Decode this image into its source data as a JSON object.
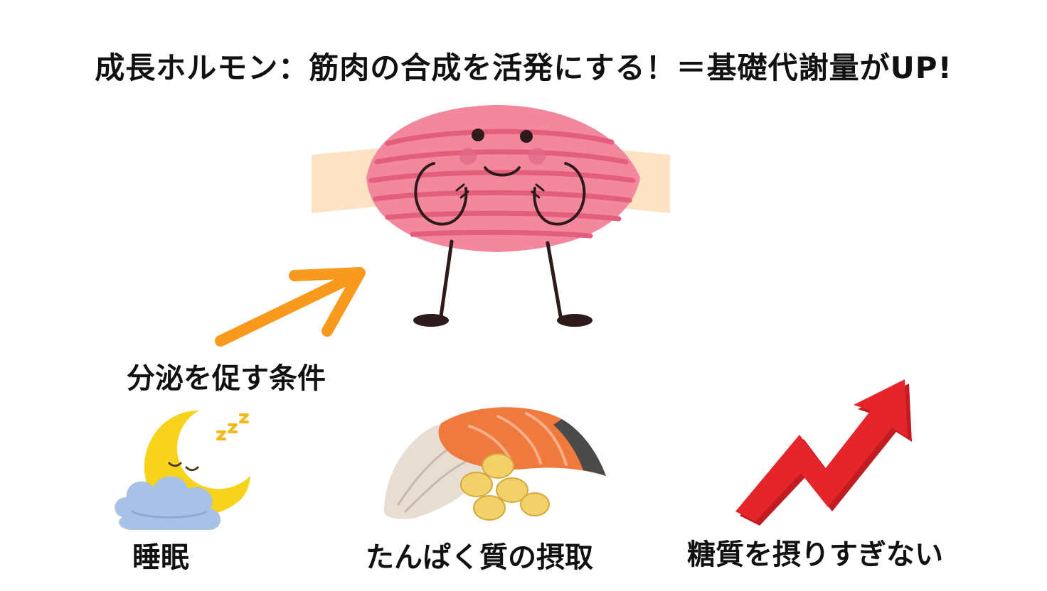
{
  "title": "成長ホルモン：筋肉の合成を活発にする！＝基礎代謝量がUP!",
  "conditions_label": "分泌を促す条件",
  "items": [
    {
      "label": "睡眠",
      "icon": "moon-cloud-icon"
    },
    {
      "label": "たんぱく質の摂取",
      "icon": "salmon-soybeans-icon"
    },
    {
      "label": "糖質を摂りすぎない",
      "icon": "red-zigzag-arrow-icon"
    }
  ],
  "sleep_text": "zzz",
  "colors": {
    "muscle": "#f2879d",
    "muscle_stripe": "#e35d7c",
    "tendon": "#fde3c4",
    "arrow": "#f79a1e",
    "moon": "#f7d31c",
    "cloud": "#a8c1e6",
    "salmon": "#f07a3e",
    "trend": "#e6252a"
  }
}
